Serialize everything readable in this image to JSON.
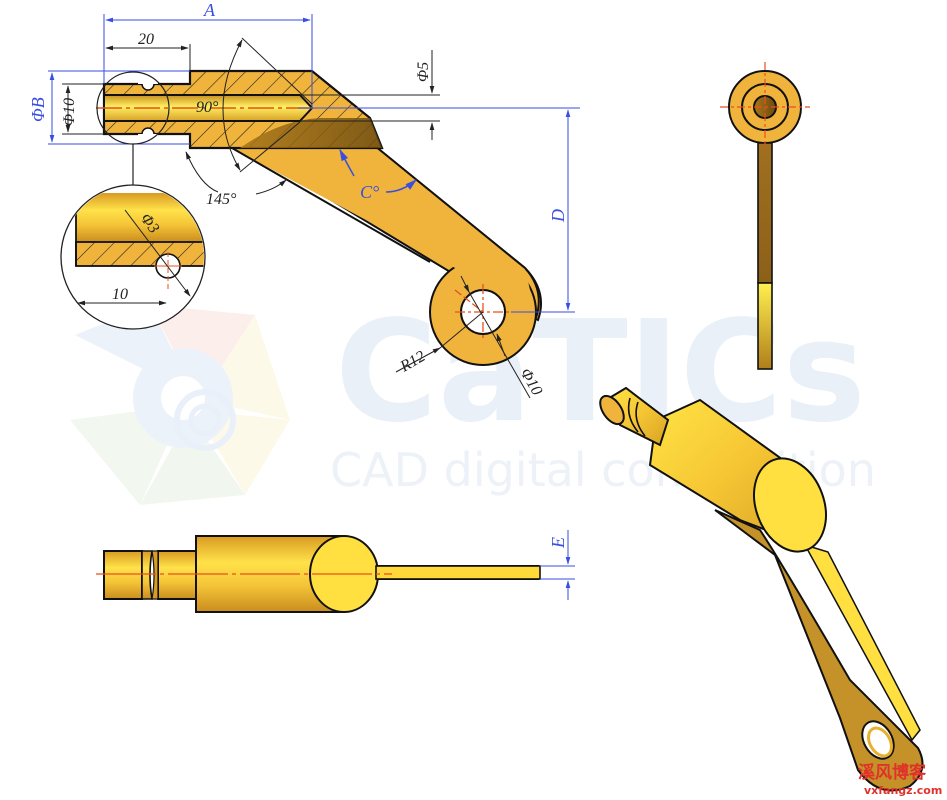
{
  "drawing": {
    "subject": "bent lever pin with eye (mechanical part)",
    "colors": {
      "part_fill": "#f0b43c",
      "part_fill_bright": "#ffe040",
      "part_shadow": "#b8861e",
      "outline": "#111111",
      "dimension_black": "#222222",
      "dimension_blue": "#3a4ee0",
      "centerline": "#e8501e",
      "watermark": "#e9f0f8",
      "corner_mark": "#e0312b"
    },
    "views": {
      "front_section": {
        "dimensions": {
          "A": "A",
          "len_20": "20",
          "dia_B": "ΦB",
          "dia_10": "Φ10",
          "dia_5": "Φ5",
          "angle_90": "90°",
          "angle_145": "145°",
          "angle_C": "C°",
          "D": "D",
          "R12": "R12",
          "eye_dia_10": "Φ10"
        }
      },
      "detail_view": {
        "dimensions": {
          "dia_3": "Φ3",
          "len_10": "10"
        }
      },
      "side_view": {},
      "top_view": {
        "dimensions": {
          "E": "E"
        }
      },
      "isometric_view": {}
    }
  },
  "watermark": {
    "brand": "CaTICs",
    "tagline": "CAD digital competition"
  },
  "corner_mark": {
    "chinese": "溪风博客",
    "url": "vxfangz.com"
  }
}
